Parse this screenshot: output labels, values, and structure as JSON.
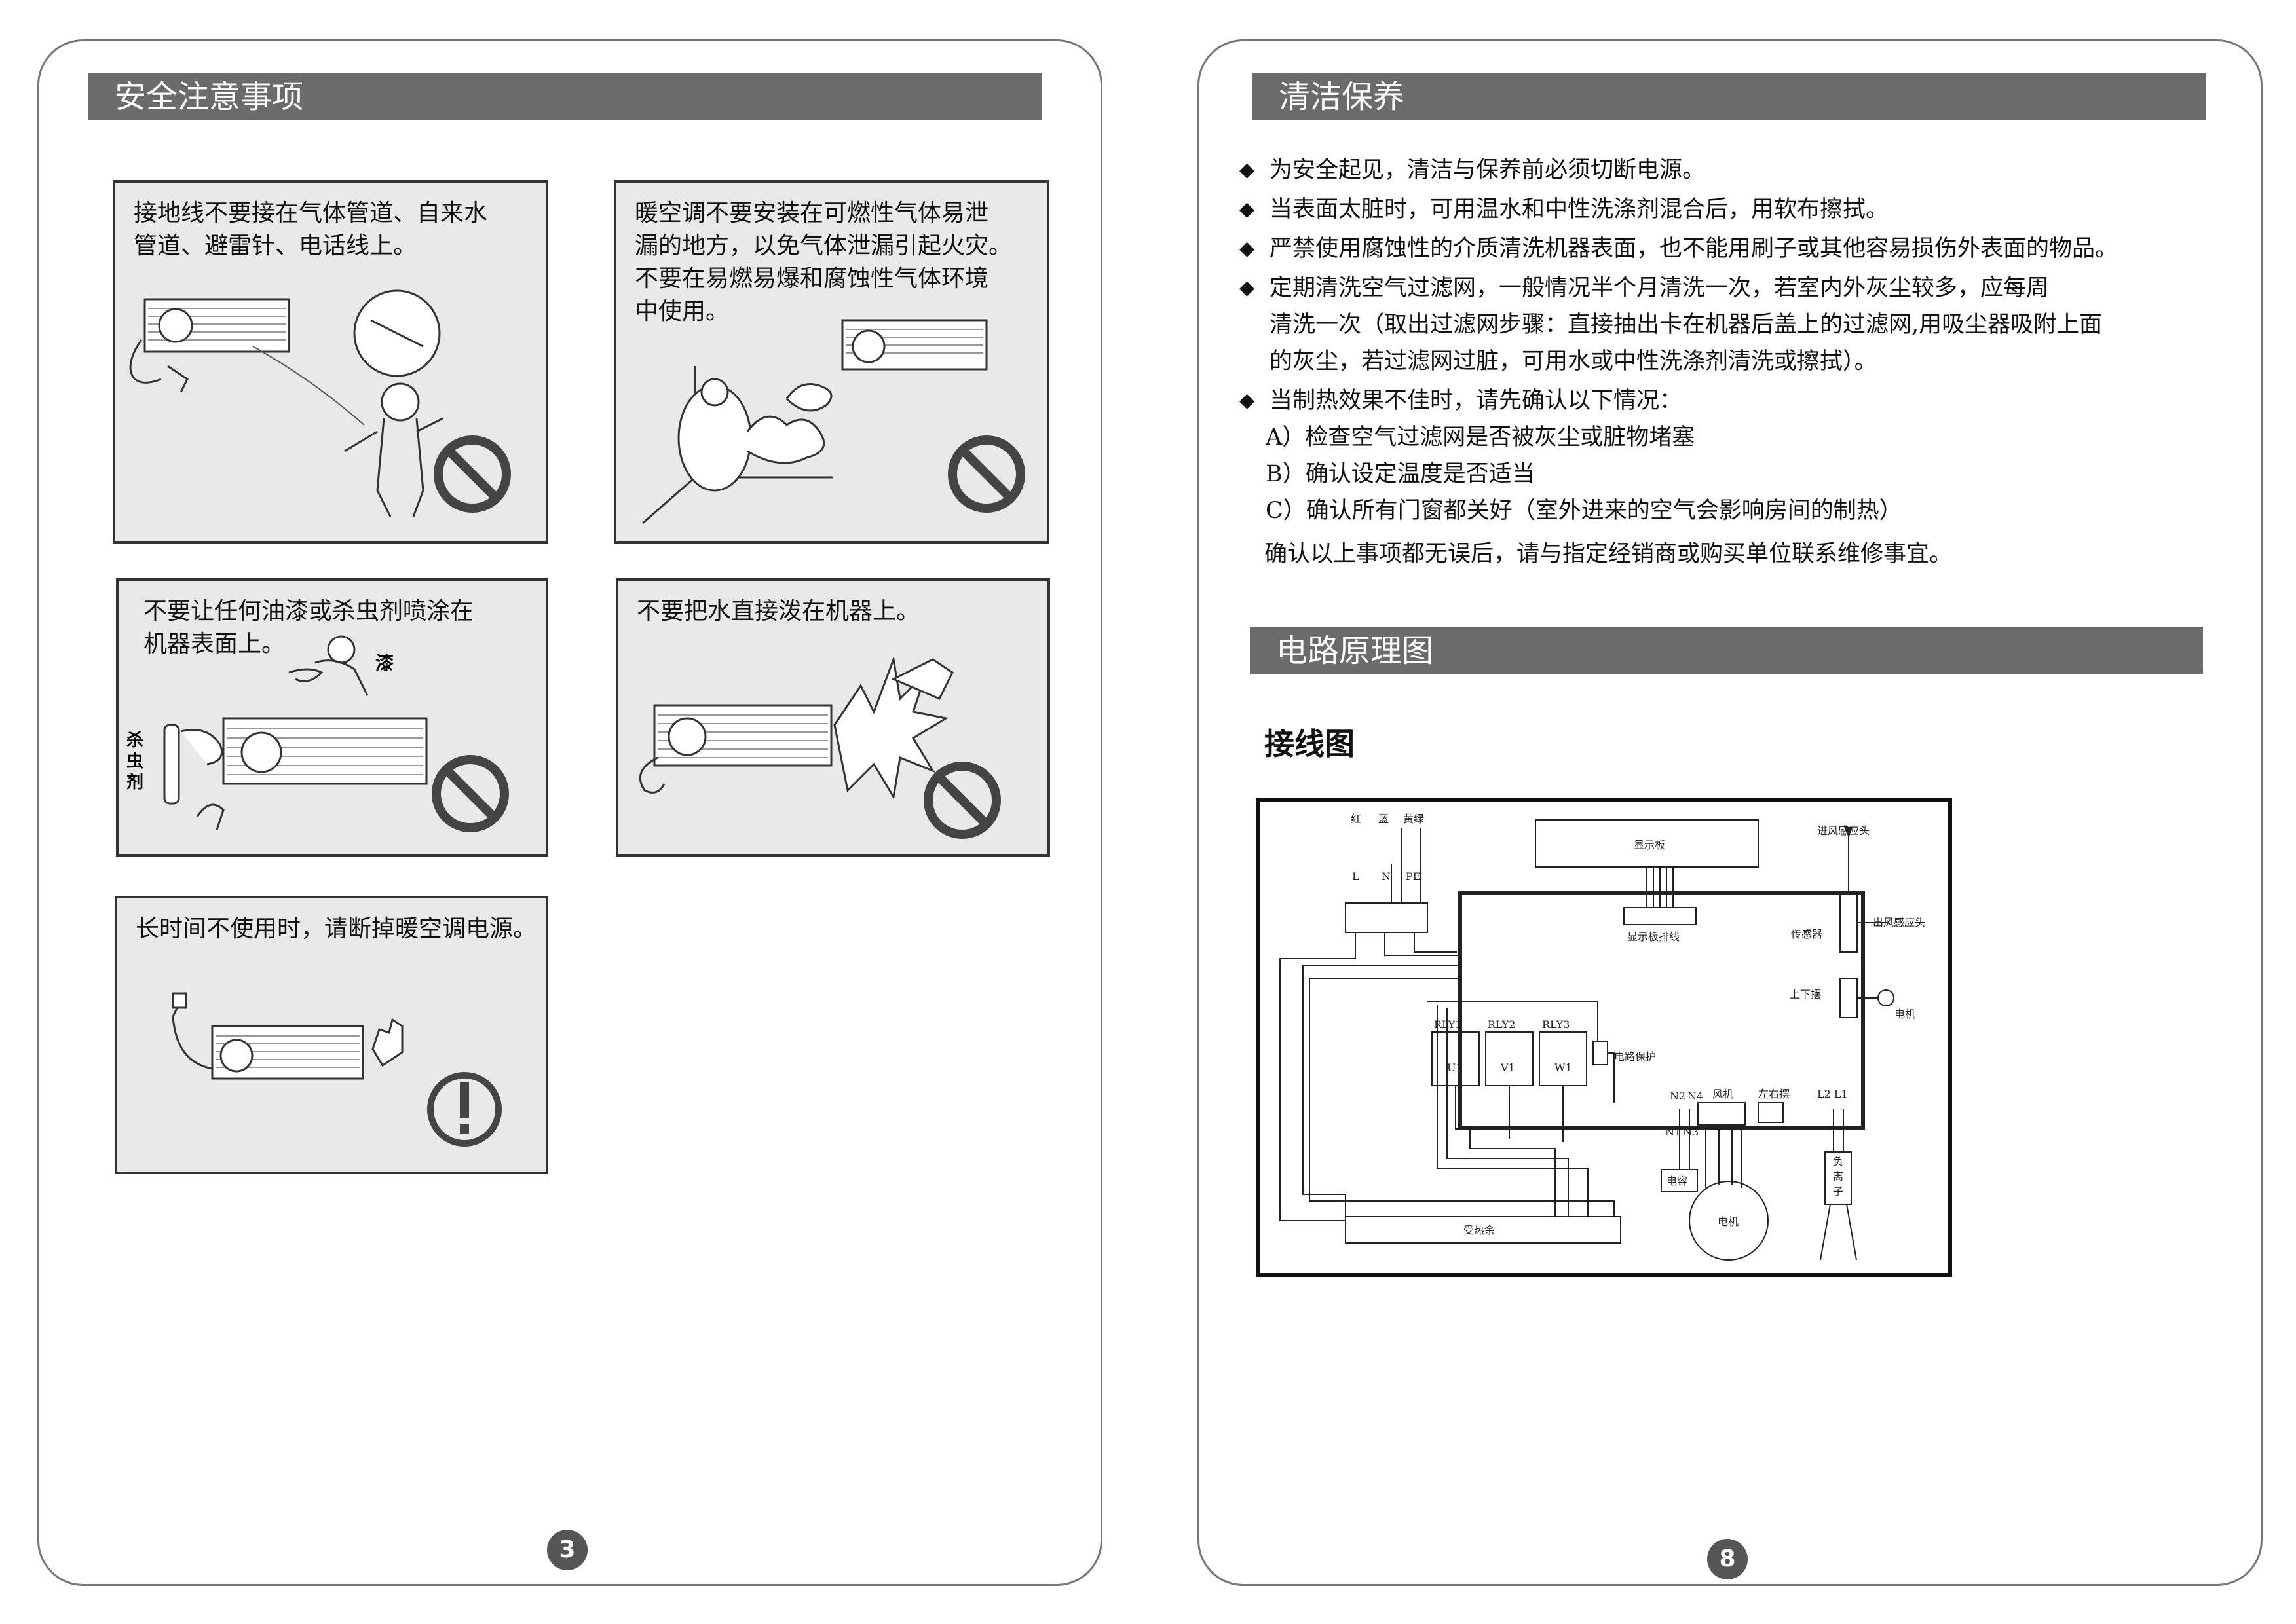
{
  "left_page": {
    "header": "安全注意事项",
    "page_number": "3",
    "warnings": [
      {
        "lines": [
          "接地线不要接在气体管道、自来水",
          "管道、避雷针、电话线上。"
        ]
      },
      {
        "lines": [
          "暖空调不要安装在可燃性气体易泄",
          "漏的地方，以免气体泄漏引起火灾。",
          "不要在易燃易爆和腐蚀性气体环境",
          "中使用。"
        ]
      },
      {
        "lines": [
          "不要让任何油漆或杀虫剂喷涂在",
          "机器表面上。"
        ],
        "label_paint": "漆",
        "label_spray": [
          "杀",
          "虫",
          "剂"
        ]
      },
      {
        "lines": [
          "不要把水直接泼在机器上。"
        ]
      },
      {
        "lines": [
          "长时间不使用时，请断掉暖空调电源。"
        ]
      }
    ]
  },
  "right_page": {
    "header_cleaning": "清洁保养",
    "cleaning": [
      {
        "lines": [
          "为安全起见，清洁与保养前必须切断电源。"
        ]
      },
      {
        "lines": [
          "当表面太脏时，可用温水和中性洗涤剂混合后，用软布擦拭。"
        ]
      },
      {
        "lines": [
          "严禁使用腐蚀性的介质清洗机器表面，也不能用刷子或其他容易损伤外表面的物品。"
        ]
      },
      {
        "lines": [
          "定期清洗空气过滤网，一般情况半个月清洗一次，若室内外灰尘较多，应每周",
          "清洗一次（取出过滤网步骤：直接抽出卡在机器后盖上的过滤网,用吸尘器吸附上面",
          "的灰尘，若过滤网过脏，可用水或中性洗涤剂清洗或擦拭）。"
        ]
      },
      {
        "lines": [
          "当制热效果不佳时，请先确认以下情况：",
          "A）检查空气过滤网是否被灰尘或脏物堵塞",
          "B）确认设定温度是否适当",
          "C）确认所有门窗都关好（室外进来的空气会影响房间的制热）"
        ]
      }
    ],
    "closing": "确认以上事项都无误后，请与指定经销商或购买单位联系维修事宜。",
    "header_circuit": "电路原理图",
    "wiring_title": "接线图",
    "page_number": "8",
    "diagram": {
      "wire_colors": [
        "红",
        "蓝",
        "黄绿"
      ],
      "terminals": [
        "L",
        "N",
        "PE"
      ],
      "display_board": "显示板",
      "display_cable": "显示板排线",
      "inlet_sensor": "进风感应头",
      "outlet_sensor": "出风感应头",
      "sensor": "传感器",
      "swing_updown": "上下摆",
      "motor": "电机",
      "relays": [
        "RLY1",
        "RLY2",
        "RLY3"
      ],
      "relay_outputs": [
        "U1",
        "V1",
        "W1"
      ],
      "circuit_protection": "电路保护",
      "n_labels_top": [
        "N2",
        "N4"
      ],
      "n_labels_bottom": [
        "N1",
        "N3"
      ],
      "fan": "风机",
      "swing_lr": "左右摆",
      "l_labels": "L2 L1",
      "capacitor": "电容",
      "heater": "受热余",
      "fan_motor": "电机",
      "ionizer": [
        "负",
        "离",
        "子"
      ]
    }
  }
}
